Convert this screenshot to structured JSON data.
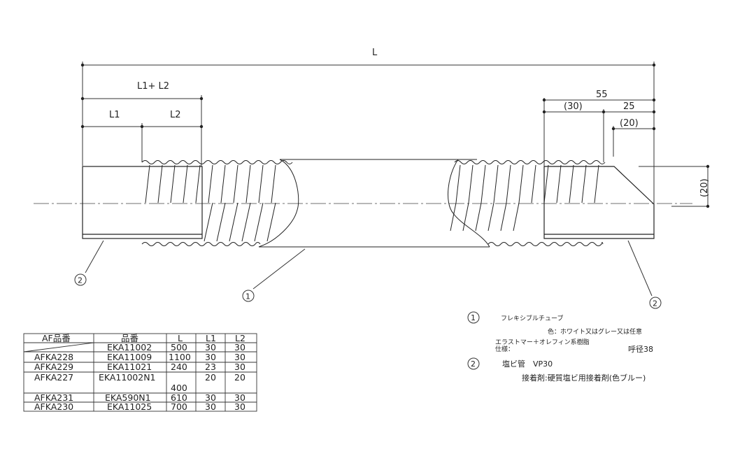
{
  "dimensions": {
    "L": "L",
    "L1_plus_L2": "L1+ L2",
    "L1": "L1",
    "L2": "L2",
    "d55": "55",
    "d30": "(30)",
    "d25": "25",
    "d20_top": "(20)",
    "d20_side": "(20)"
  },
  "callouts": {
    "c1": "1",
    "c2_left": "2",
    "c2_right": "2"
  },
  "notes": {
    "item1_marker": "1",
    "item1_name": "フレキシブルチューブ",
    "item1_color": "色：ホワイト又はグレー又は任意",
    "item1_material": "エラストマー＋オレフィン系樹脂",
    "item1_spec_label": "仕様：",
    "item1_spec_value": "呼径38",
    "item2_marker": "2",
    "item2_name": "塩ビ管　VP30",
    "item2_adhesive": "接着剤:硬質塩ビ用接着剤(色ブルー)"
  },
  "table": {
    "headers": [
      "AF品番",
      "品番",
      "L",
      "L1",
      "L2"
    ],
    "rows": [
      [
        "",
        "EKA11002",
        "500",
        "30",
        "30"
      ],
      [
        "AFKA228",
        "EKA11009",
        "1100",
        "30",
        "30"
      ],
      [
        "AFKA229",
        "EKA11021",
        "240",
        "23",
        "30"
      ],
      [
        "AFKA227",
        "EKA11002N1",
        "400",
        "20",
        "20"
      ],
      [
        "AFKA231",
        "EKA590N1",
        "610",
        "30",
        "30"
      ],
      [
        "AFKA230",
        "EKA11025",
        "700",
        "30",
        "30"
      ]
    ]
  }
}
